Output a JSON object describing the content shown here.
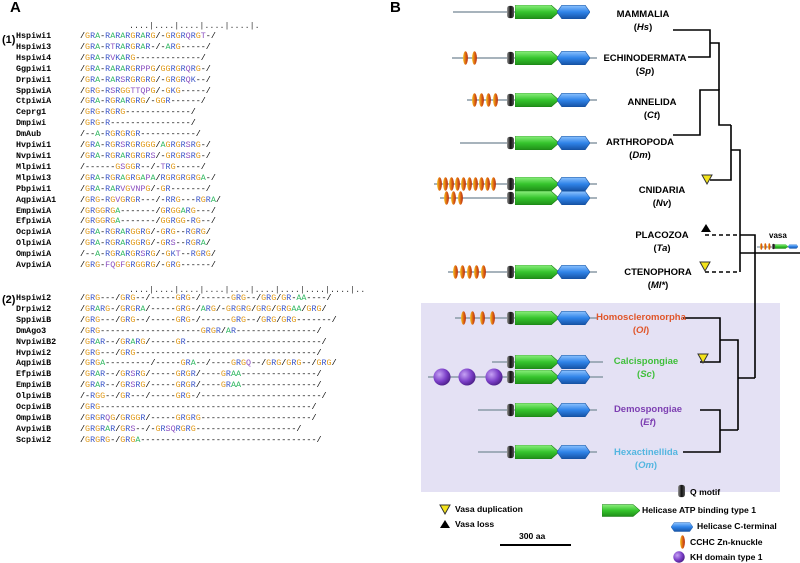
{
  "panel_a": {
    "label": "A",
    "group1": {
      "number": "(1)",
      "ruler": "....|....|....|....|....|.",
      "rows": [
        {
          "name": "Hspiwi1",
          "seq": "/GRA-RARARGRARG/-GRGRQRGT-/"
        },
        {
          "name": "Hspiwi3",
          "seq": "/GRA-RTRARGRAR-/-ARG-----/"
        },
        {
          "name": "Hspiwi4",
          "seq": "/GRA-RVKARG-------------/"
        },
        {
          "name": "Ggpiwi1",
          "seq": "/GRA-RARARGRPPG/GGRGRQRG-/"
        },
        {
          "name": "Drpiwi1",
          "seq": "/GRA-RARSRGRGRG/-GRGRQK--/"
        },
        {
          "name": "SppiwiA",
          "seq": "/GRG-RSRGGTTQPG/-GKG-----/"
        },
        {
          "name": "CtpiwiA",
          "seq": "/GRA-RGRARGRG/-GGR------/"
        },
        {
          "name": "Ceprg1",
          "seq": "/GRG-RGRG-------------/"
        },
        {
          "name": "Dmpiwi",
          "seq": "/GRG-R----------------/"
        },
        {
          "name": "DmAub",
          "seq": "/--A-RGRGRGR-----------/"
        },
        {
          "name": "Hvpiwi1",
          "seq": "/GRA-RGRSRGRGGG/AGRGRSRG-/"
        },
        {
          "name": "Nvpiwi1",
          "seq": "/GRA-RGRARGRGRS/-GRGRSRG-/"
        },
        {
          "name": "Mlpiwi1",
          "seq": "/------GSGGR--/-TRG-----/"
        },
        {
          "name": "Mlpiwi3",
          "seq": "/GRA-RGRAGRGAPA/RGRGRGRGA-/"
        },
        {
          "name": "Pbpiwi1",
          "seq": "/GRA-RARVGVNPG/-GR-------/"
        },
        {
          "name": "AqpiwiA1",
          "seq": "/GRG-RGVGRGR---/-RRG---RGRA/"
        },
        {
          "name": "EmpiwiA",
          "seq": "/GRGGRGA-------/GRGGARG---/"
        },
        {
          "name": "EfpiwiA",
          "seq": "/GRGGRGA-------/GGRGG-RG--/"
        },
        {
          "name": "OcpiwiA",
          "seq": "/GRA-RGRARGGRG/-GRG--RGRG/"
        },
        {
          "name": "OlpiwiA",
          "seq": "/GRA-RGRARGGRG/-GRS--RGRA/"
        },
        {
          "name": "OmpiwiA",
          "seq": "/--A-RGRARGRSRG/-GKT--RGRG/"
        },
        {
          "name": "AvpiwiA",
          "seq": "/GRG-FQGFGRGGRG/-GRG------/"
        }
      ]
    },
    "group2": {
      "number": "(2)",
      "ruler": "....|....|....|....|....|....|....|....|....|..",
      "rows": [
        {
          "name": "Hspiwi2",
          "seq": "/GRG---/GRG--/-----GRG-/------GRG--/GRG/GR-AA----/"
        },
        {
          "name": "Drpiwi2",
          "seq": "/GRARG-/GRGRA/-----GRG-/ARG/-GRGRG/GRG/GRGAA/GRG/"
        },
        {
          "name": "SppiwiB",
          "seq": "/GRG---/GRG--/-----GRG-/------GRG--/GRG/GRG-------/"
        },
        {
          "name": "DmAgo3",
          "seq": "/GRG--------------------GRGR/AR----------------/"
        },
        {
          "name": "NvpiwiB2",
          "seq": "/GRAR--/GRARG/-----GR---------------------------/"
        },
        {
          "name": "Hvpiwi2",
          "seq": "/GRG---/GRG------------------------------------/"
        },
        {
          "name": "AqpiwiB",
          "seq": "/GRGA---------/-----GRA--/----GRGQ--/GRG/GRG--/GRG/"
        },
        {
          "name": "EfpiwiB",
          "seq": "/GRAR--/GRSRG/-----GRGR/----GRAA---------------/"
        },
        {
          "name": "EmpiwiB",
          "seq": "/GRAR--/GRSRG/-----GRGR/----GRAA---------------/"
        },
        {
          "name": "OlpiwiB",
          "seq": "/-RGG--/GR---/-----GRG-/------------------------/"
        },
        {
          "name": "OcpiwiB",
          "seq": "/GRG------------------------------------------/"
        },
        {
          "name": "OmpiwiB",
          "seq": "/GRGRQG/GRGGR/-----GRGRG----------------------/"
        },
        {
          "name": "AvpiwiB",
          "seq": "/GRGRAR/GRS--/-GRSQRGRG--------------------/"
        },
        {
          "name": "Scpiwi2",
          "seq": "/GRGRG-/GRGA-----------------------------------/"
        }
      ]
    }
  },
  "panel_b": {
    "label": "B",
    "taxa": [
      {
        "name": "MAMMALIA",
        "abbr": "Hs",
        "color": "#000000"
      },
      {
        "name": "ECHINODERMATA",
        "abbr": "Sp",
        "color": "#000000"
      },
      {
        "name": "ANNELIDA",
        "abbr": "Ct",
        "color": "#000000"
      },
      {
        "name": "ARTHROPODA",
        "abbr": "Dm",
        "color": "#000000"
      },
      {
        "name": "CNIDARIA",
        "abbr": "Nv",
        "color": "#000000"
      },
      {
        "name": "PLACOZOA",
        "abbr": "Ta",
        "color": "#000000"
      },
      {
        "name": "CTENOPHORA",
        "abbr": "Ml*",
        "color": "#000000"
      },
      {
        "name": "Homoscleromorpha",
        "abbr": "Ol",
        "color": "#e0562a"
      },
      {
        "name": "Calcispongiae",
        "abbr": "Sc",
        "color": "#3fbf3a"
      },
      {
        "name": "Demospongiae",
        "abbr": "Ef",
        "color": "#7d3fb2"
      },
      {
        "name": "Hexactinellida",
        "abbr": "Om",
        "color": "#54b6e0"
      }
    ],
    "vasa_label": "vasa",
    "scale_bar": "300 aa",
    "legend": {
      "vasa_duplication": "Vasa duplication",
      "vasa_loss": "Vasa loss",
      "q_motif": "Q motif",
      "helicase_atp": "Helicase ATP binding type 1",
      "helicase_c": "Helicase C-terminal",
      "cchc": "CCHC Zn-knuckle",
      "kh": "KH domain type 1"
    },
    "colors": {
      "helicase_atp": "#35c42c",
      "helicase_c": "#2f83e8",
      "q_motif": "#222222",
      "cchc": "#d06a1a",
      "kh": "#7b3fc8",
      "duplication": "#f3e31b",
      "shade": "#e4e1f4"
    },
    "icons": [
      "q-motif-icon",
      "helicase-atp-icon",
      "helicase-c-icon",
      "zn-knuckle-icon",
      "kh-domain-icon",
      "vasa-duplication-icon",
      "vasa-loss-icon"
    ]
  }
}
